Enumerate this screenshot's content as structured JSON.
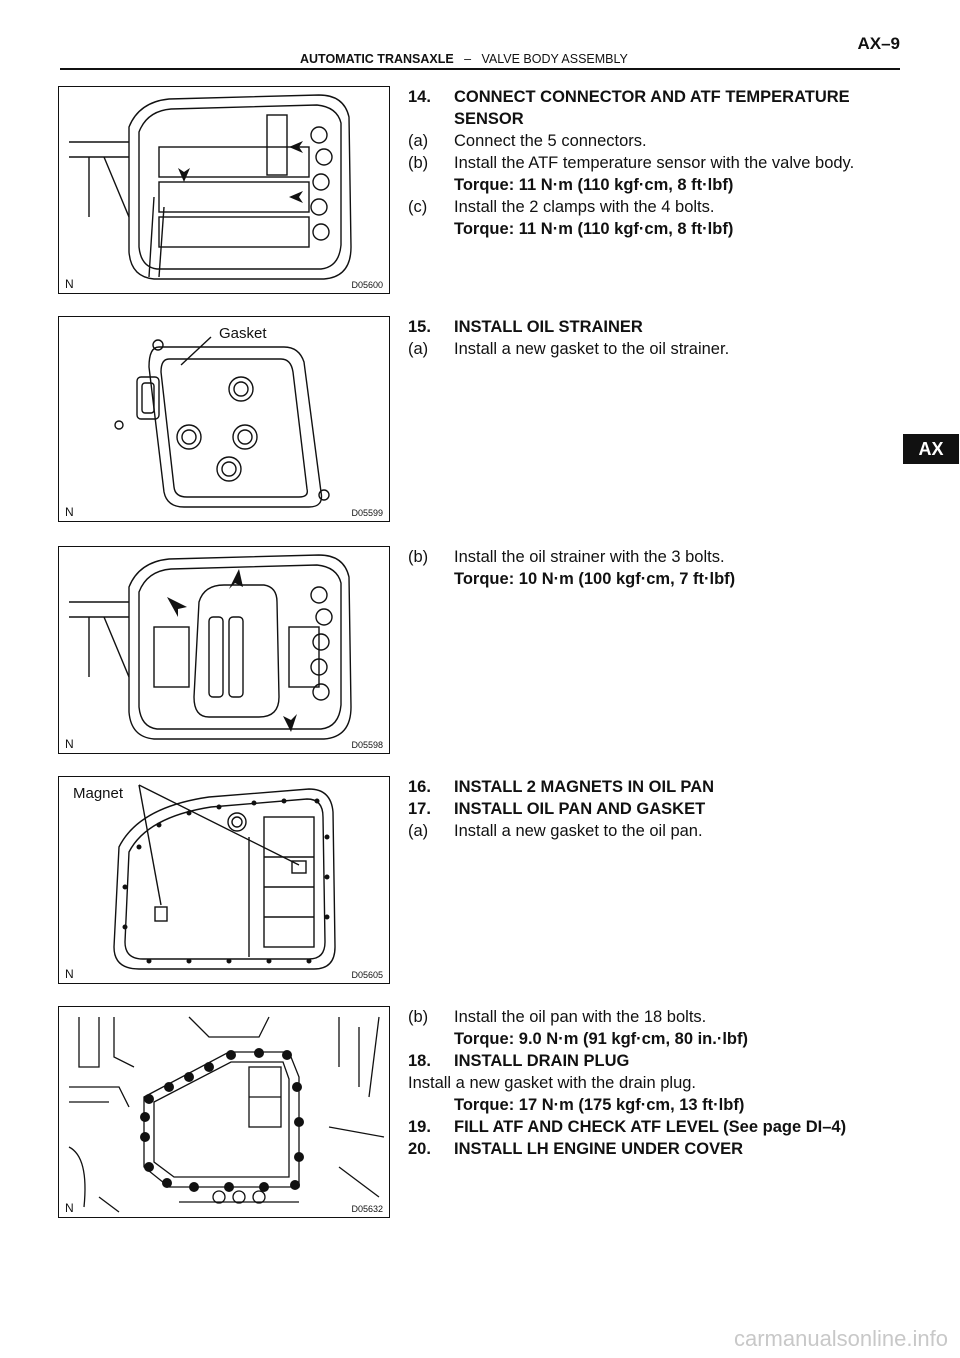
{
  "header": {
    "page_number": "AX–9",
    "section_bold": "AUTOMATIC TRANSAXLE",
    "section_dash": "–",
    "section_title": "VALVE BODY ASSEMBLY"
  },
  "side_tab": "AX",
  "figures": {
    "fig1": {
      "n": "N",
      "code": "D05600"
    },
    "fig2": {
      "n": "N",
      "code": "D05599",
      "callout": "Gasket"
    },
    "fig3": {
      "n": "N",
      "code": "D05598"
    },
    "fig4": {
      "n": "N",
      "code": "D05605",
      "callout": "Magnet"
    },
    "fig5": {
      "n": "N",
      "code": "D05632"
    }
  },
  "steps": {
    "s14": {
      "num": "14.",
      "title_a": "CONNECT CONNECTOR AND ATF TEMPERATURE",
      "title_b": "SENSOR",
      "a_label": "(a)",
      "a_text": "Connect the 5 connectors.",
      "b_label": "(b)",
      "b_text": "Install the ATF temperature sensor with the valve body.",
      "b_torque": "Torque: 11 N·m (110 kgf·cm, 8 ft·lbf)",
      "c_label": "(c)",
      "c_text": "Install the 2 clamps with the 4 bolts.",
      "c_torque": "Torque: 11 N·m (110 kgf·cm, 8 ft·lbf)"
    },
    "s15": {
      "num": "15.",
      "title": "INSTALL OIL STRAINER",
      "a_label": "(a)",
      "a_text": "Install a new gasket to the oil strainer.",
      "b_label": "(b)",
      "b_text": "Install the oil strainer with the 3 bolts.",
      "b_torque": "Torque: 10 N·m (100 kgf·cm, 7 ft·lbf)"
    },
    "s16": {
      "num": "16.",
      "title": "INSTALL 2 MAGNETS IN OIL PAN"
    },
    "s17": {
      "num": "17.",
      "title": "INSTALL OIL PAN AND GASKET",
      "a_label": "(a)",
      "a_text": "Install a new gasket to the oil pan.",
      "b_label": "(b)",
      "b_text": "Install the oil pan with the 18 bolts.",
      "b_torque": "Torque: 9.0 N·m (91 kgf·cm, 80 in.·lbf)"
    },
    "s18": {
      "num": "18.",
      "title": "INSTALL DRAIN PLUG",
      "text": "Install a new gasket with the drain plug.",
      "torque": "Torque: 17 N·m (175 kgf·cm, 13 ft·lbf)"
    },
    "s19": {
      "num": "19.",
      "title": "FILL ATF AND CHECK ATF LEVEL (See page DI–4)"
    },
    "s20": {
      "num": "20.",
      "title": "INSTALL LH ENGINE UNDER COVER"
    }
  },
  "watermark": "carmanualsonline.info"
}
